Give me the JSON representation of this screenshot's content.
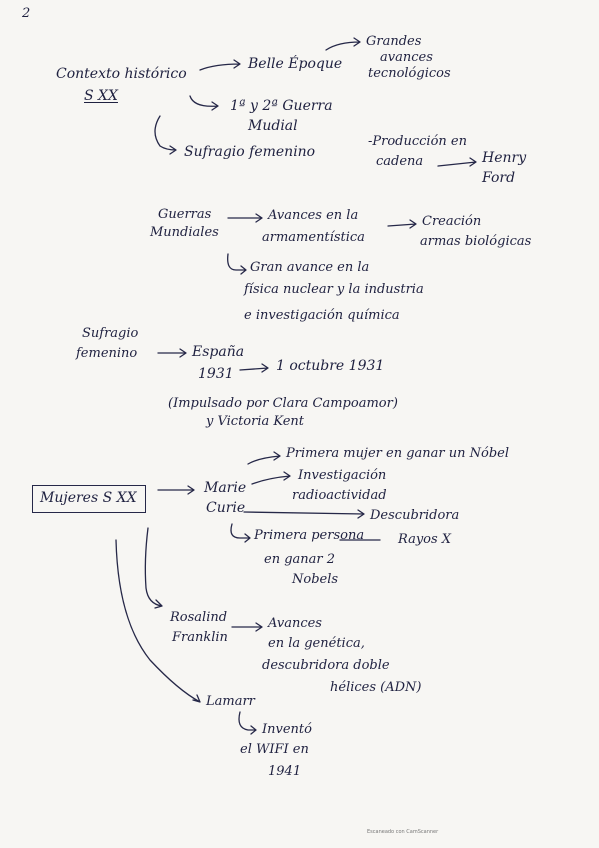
{
  "page_number": "2",
  "contexto": {
    "title_line1": "Contexto histórico",
    "title_line2": "S XX",
    "belle": "Belle Époque",
    "grandes_1": "Grandes",
    "grandes_2": "avances",
    "grandes_3": "tecnológicos",
    "guerras_1": "1ª y 2ª Guerra",
    "guerras_2": "Mudial",
    "sufragio": "Sufragio femenino",
    "produccion_1": "-Producción en",
    "produccion_2": "cadena",
    "henry_1": "Henry",
    "henry_2": "Ford"
  },
  "guerras": {
    "title_1": "Guerras",
    "title_2": "Mundiales",
    "avances_1": "Avances en la",
    "avances_2": "armamentística",
    "creacion_1": "Creación",
    "creacion_2": "armas biológicas",
    "gran_1": "Gran avance en la",
    "gran_2": "física nuclear y la industria",
    "gran_3": "e investigación química"
  },
  "sufragio": {
    "title_1": "Sufragio",
    "title_2": "femenino",
    "espana": "España",
    "year": "1931",
    "fecha": "1 octubre 1931",
    "impulsado_1": "(Impulsado por Clara Campoamor)",
    "impulsado_2": "y Victoria Kent"
  },
  "mujeres": {
    "title": "Mujeres S XX",
    "marie_1": "Marie",
    "marie_2": "Curie",
    "nobel": "Primera mujer en ganar un Nóbel",
    "investigacion_1": "Investigación",
    "investigacion_2": "radioactividad",
    "descubridora": "Descubridora",
    "rayos": "Rayos X",
    "persona_1": "Primera persona",
    "persona_2": "en ganar 2",
    "persona_3": "Nobels",
    "rosalind_1": "Rosalind",
    "rosalind_2": "Franklin",
    "genetica_1": "Avances",
    "genetica_2": "en la genética,",
    "genetica_3": "descubridora doble",
    "genetica_4": "hélices (ADN)",
    "lamarr": "Lamarr",
    "wifi_1": "Inventó",
    "wifi_2": "el WIFI en",
    "wifi_3": "1941"
  },
  "footer": "Escaneado con CamScanner"
}
